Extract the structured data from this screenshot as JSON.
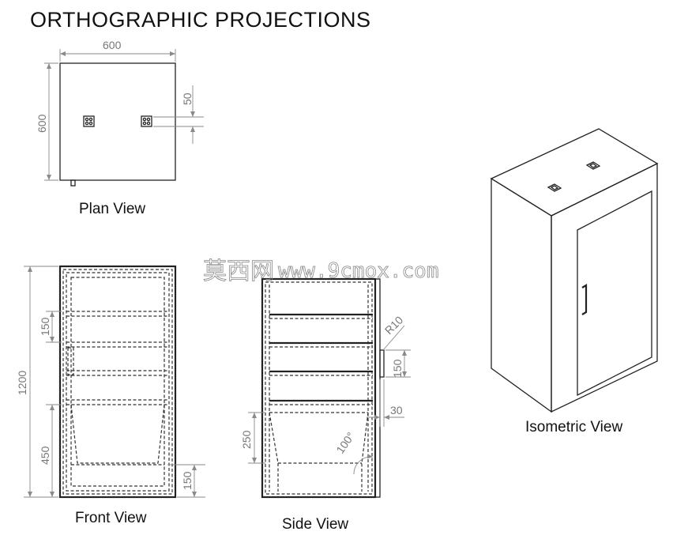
{
  "title": "ORTHOGRAPHIC PROJECTIONS",
  "views": {
    "plan": "Plan View",
    "front": "Front View",
    "side": "Side View",
    "isometric": "Isometric View"
  },
  "dimensions": {
    "plan_width": "600",
    "plan_depth": "600",
    "plan_hole": "50",
    "front_height": "1200",
    "front_shelf_gap": "150",
    "front_lower": "450",
    "front_base": "150",
    "side_radius": "R10",
    "side_handle": "150",
    "side_offset": "30",
    "side_lower": "250",
    "side_angle": "100°"
  },
  "watermark": {
    "chinese": "莫西网",
    "url": "www.9cmox.com"
  }
}
